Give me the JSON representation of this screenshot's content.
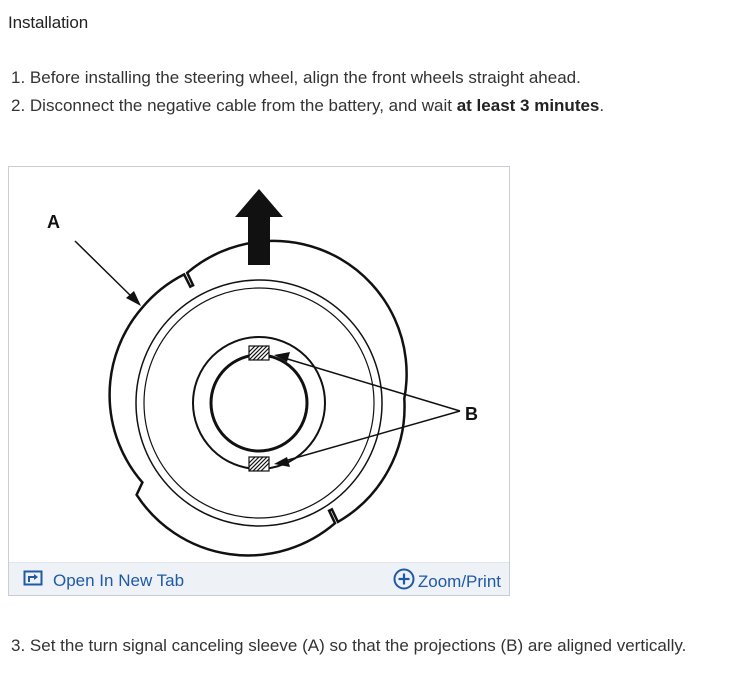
{
  "section": {
    "heading": "Installation"
  },
  "steps": [
    {
      "text": "1. Before installing the steering wheel, align the front wheels straight ahead."
    },
    {
      "text_before": "2. Disconnect the negative cable from the battery, and wait ",
      "bold": "at least 3 minutes",
      "text_after": "."
    }
  ],
  "figure": {
    "callouts": {
      "a": "A",
      "b": "B"
    },
    "open_tab_label": "Open In New Tab",
    "zoom_label": "Zoom/Print",
    "icons": {
      "open_tab": "open-in-new-tab-icon",
      "zoom": "zoom-plus-circle-icon"
    },
    "colors": {
      "link": "#1f5aa6",
      "bar_bg": "#eef1f6"
    }
  },
  "step3": {
    "text": "3. Set the turn signal canceling sleeve (A) so that the projections (B) are aligned vertically."
  }
}
